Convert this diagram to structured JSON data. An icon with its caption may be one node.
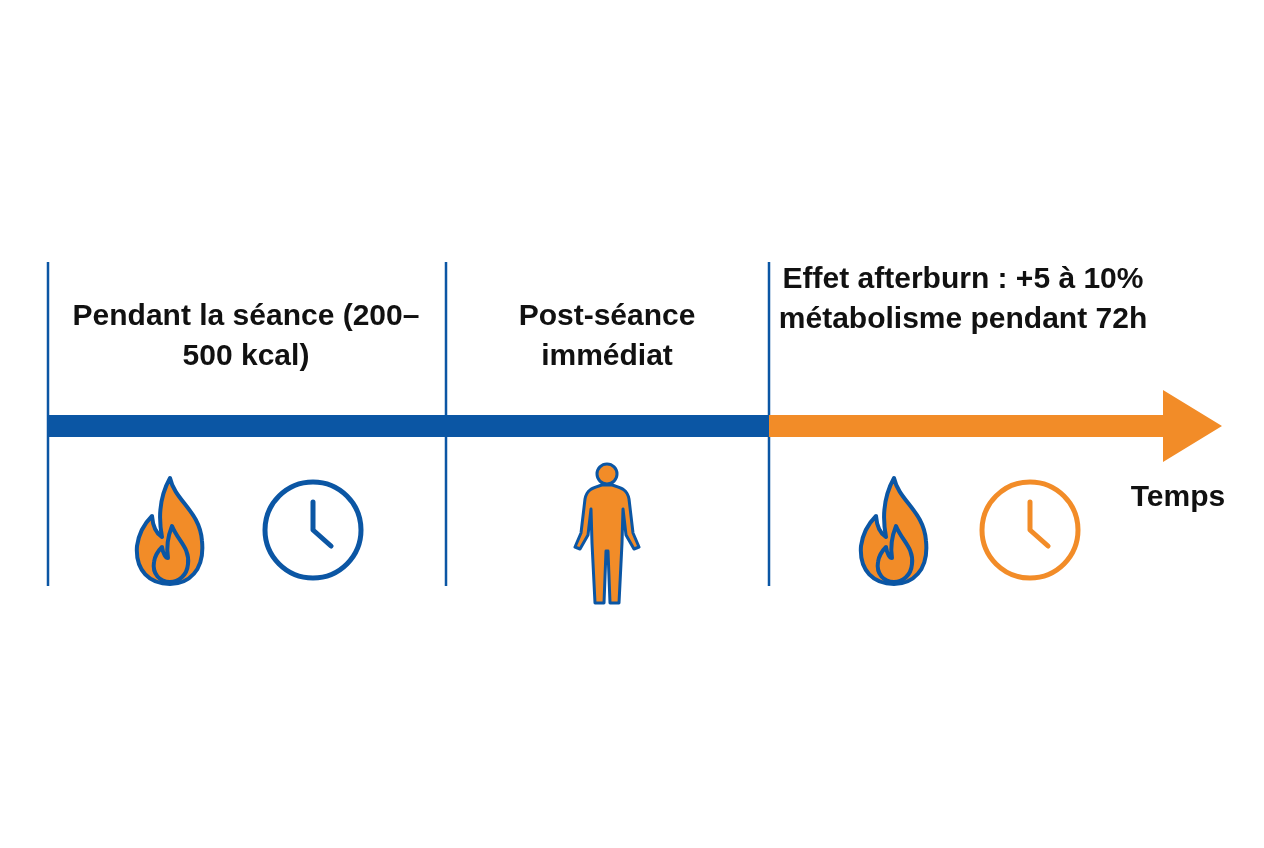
{
  "diagram": {
    "labels": [
      "Pendant la séance (200–500 kcal)",
      "Post-séance immédiat",
      "Effet afterburn : +5 à 10% métabolisme pendant 72h",
      "Temps"
    ]
  }
}
